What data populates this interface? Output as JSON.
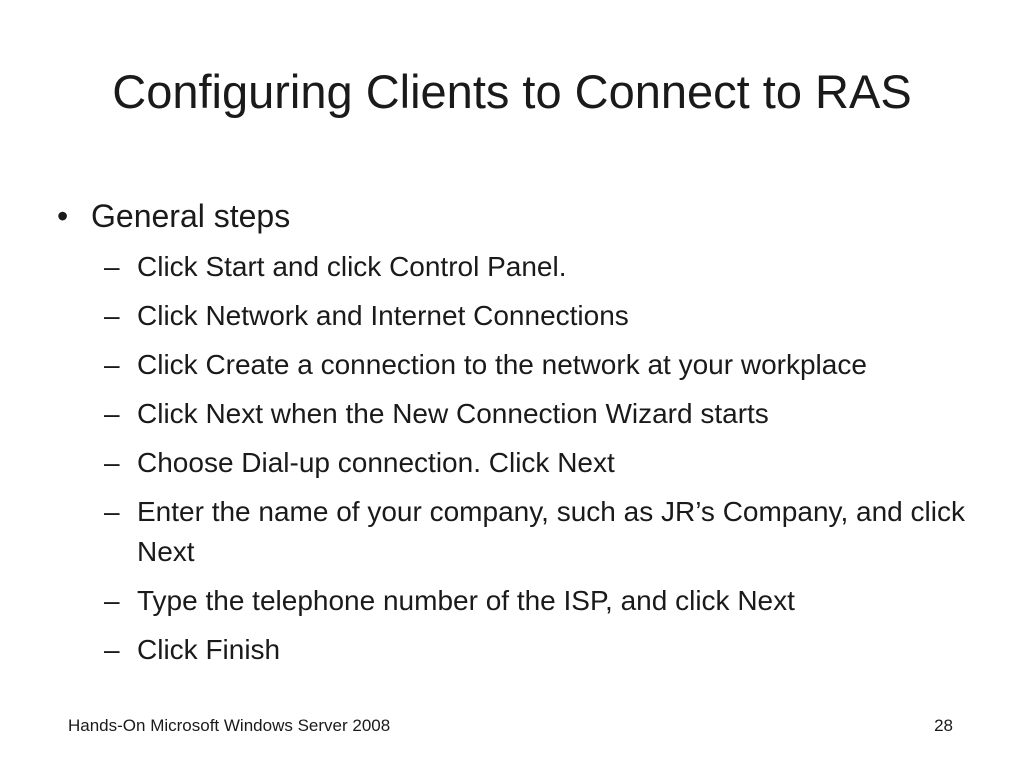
{
  "slide": {
    "title": "Configuring Clients to Connect to RAS",
    "bullet_mark": "•",
    "dash_mark": "–",
    "bullet": {
      "text": "General steps",
      "steps": [
        "Click Start and click Control Panel.",
        "Click Network and Internet Connections",
        "Click Create a connection to the network at your workplace",
        "Click Next when the New Connection Wizard starts",
        "Choose Dial-up connection. Click Next",
        "Enter the name of your company, such as JR’s Company, and click Next",
        "Type the telephone number of the ISP, and click Next",
        "Click Finish"
      ]
    },
    "footer": {
      "left": "Hands-On Microsoft Windows Server 2008",
      "page_number": "28"
    }
  }
}
